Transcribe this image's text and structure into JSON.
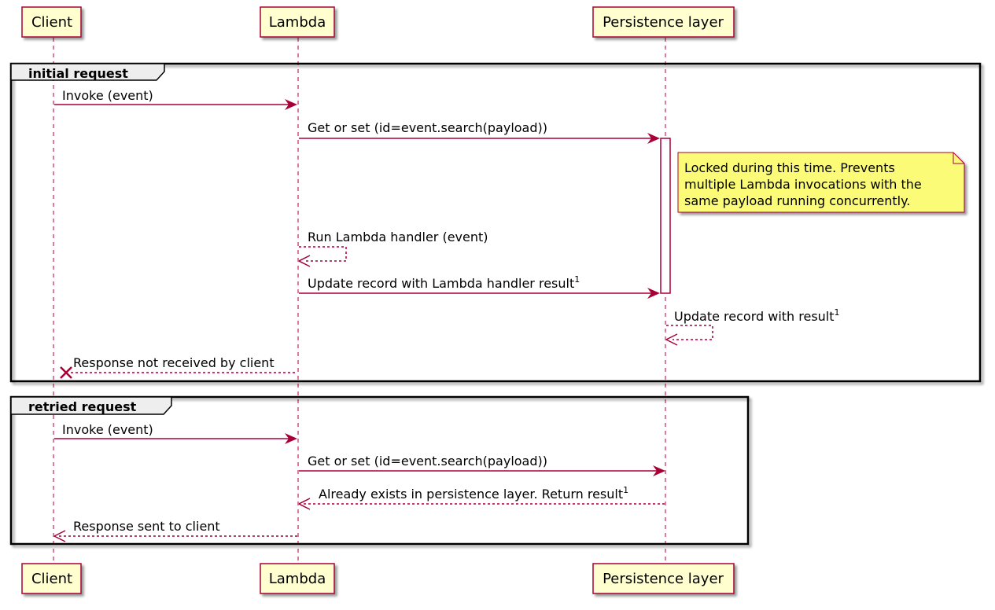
{
  "participants": {
    "client": "Client",
    "lambda": "Lambda",
    "persistence": "Persistence layer"
  },
  "groups": {
    "initial": "initial request",
    "retried": "retried request"
  },
  "messages": {
    "m1": "Invoke (event)",
    "m2": "Get or set (id=event.search(payload))",
    "m3": "Run Lambda handler (event)",
    "m4": "Update record with Lambda handler result",
    "m5": "Update record with result",
    "m6": "Response not received by client",
    "m7": "Invoke (event)",
    "m8": "Get or set (id=event.search(payload))",
    "m9": "Already exists in persistence layer. Return result",
    "m10": "Response sent to client"
  },
  "footnote_marker": "1",
  "note": {
    "line1": "Locked during this time. Prevents",
    "line2": "multiple Lambda invocations with the",
    "line3": "same payload running concurrently."
  },
  "colors": {
    "arrow": "#a80036",
    "participant_fill": "#fefece",
    "note_fill": "#fbfb77",
    "note_border": "#a80036"
  }
}
